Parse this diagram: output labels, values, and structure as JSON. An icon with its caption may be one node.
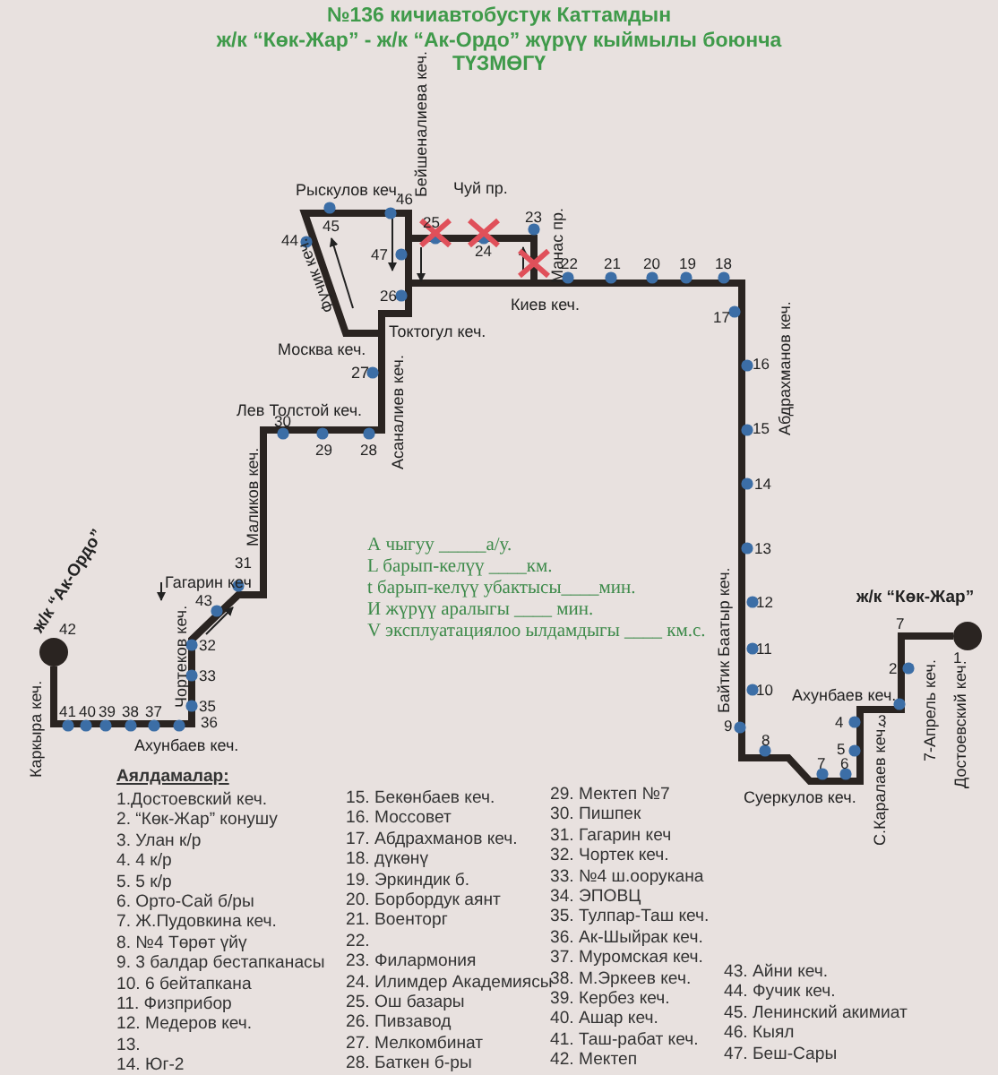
{
  "diagram": {
    "title": "№136 кичиавтобустук Каттамдын ж/к “Көк-Жар” - ж/к “Ак-Ордо” жүрүү кыймылы боюнча ТҮЗМӨГҮ",
    "nodes": [
      {
        "text": [],
        "shape": "circle",
        "beside": [
          "1"
        ]
      },
      {
        "text": [],
        "shape": "circle",
        "beside": [
          "42"
        ]
      }
    ],
    "edges": [
      {
        "from": 0,
        "to": 1,
        "arrow": "none"
      }
    ],
    "labels": [
      "Рыскулов кеч.",
      "Бейшеналиева кеч.",
      "45",
      "46",
      "44",
      "Фучик кеч.",
      "47",
      "25",
      "Чуй пр.",
      "24",
      "23",
      "Манас пр.",
      "22",
      "21",
      "20",
      "19",
      "18",
      "Киев кеч.",
      "26",
      "Токтогул кеч.",
      "Москва кеч.",
      "17",
      "Абдрахманов кеч.",
      "16",
      "15",
      "14",
      "13",
      "12",
      "11",
      "10",
      "27",
      "Асаналиев кеч.",
      "Лев Толстой  кеч.",
      "30",
      "29",
      "28",
      "Маликов кеч.",
      "А чыгуу _____а/у.",
      "L барып-келүү ____км.",
      "t барып-келүү убактысы____мин.",
      "И жүрүү аралыгы ____ мин.",
      "V эксплуатациялоо ылдамдыгы ____ км.с.",
      "31",
      "Гагарин кеч",
      "43",
      "Чортеков кеч.",
      "32",
      "33",
      "35",
      "41",
      "40",
      "39",
      "38",
      "37",
      "36",
      "Ахунбаев кеч.",
      "ж/к “Ак-Ордо”",
      "Каркыра кеч.",
      "ж/к “Көк-Жар”",
      "7",
      "2",
      "Байтик Баатыр кеч.",
      "Ахунбаев кеч.",
      "9",
      "4",
      "3",
      "7-Апрель кеч.",
      "Достоевский кеч.",
      "8",
      "5",
      "7",
      "6",
      "Суеркулов кеч.",
      "С.Каралаев кеч.",
      "Аялдамалар:",
      "1.Достоевский кеч.",
      "2. “Көк-Жар” конушу",
      "3. Улан к/р",
      "4. 4 к/р",
      "5. 5 к/р",
      "6. Орто-Сай б/ры",
      "7. Ж.Пудовкина кеч.",
      "8. №4 Төрөт үйү",
      "9. 3 балдар бестапканасы",
      "10. 6 бейтапкана",
      "11. Физприбор",
      "12. Медеров кеч.",
      "13.",
      "14. Юг-2",
      "15. Бекөнбаев кеч.",
      "16. Моссовет",
      "17. Абдрахманов кеч.",
      "18. дүкөнү",
      "19. Эркиндик б.",
      "20. Борбордук аянт",
      "21. Военторг",
      "22.",
      "23. Филармония",
      "24. Илимдер Академиясы",
      "25. Ош базары",
      "26. Пивзавод",
      "27. Мелкомбинат",
      "28. Баткен б-ры",
      "29. Мектеп №7",
      "30. Пишпек",
      "31. Гагарин кеч",
      "32. Чортек кеч.",
      "33. №4 ш.оорукана",
      "34. ЭПОВЦ",
      "35. Тулпар-Таш кеч.",
      "36. Ак-Шыйрак кеч.",
      "37. Муромская кеч.",
      "38. М.Эркеев кеч.",
      "39. Кербез кеч.",
      "40. Ашар кеч.",
      "41. Таш-рабат кеч.",
      "42. Мектеп",
      "43. Айни кеч.",
      "44. Фучик кеч.",
      "45. Ленинский акимиат",
      "46. Кыял",
      "47. Беш-Сары"
    ]
  }
}
